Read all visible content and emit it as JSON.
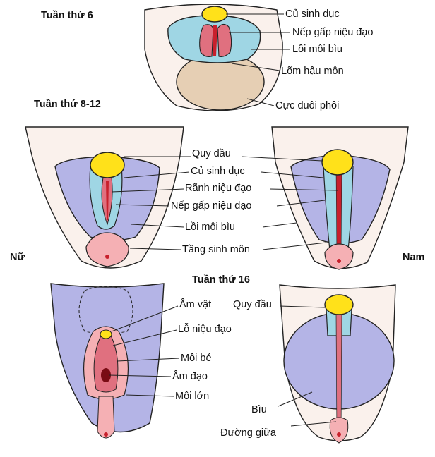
{
  "colors": {
    "glans": "#ffe11a",
    "genital_tubercle": "#9fd6e4",
    "labioscrotal": "#b4b4e6",
    "folds": "#e0707f",
    "groove": "#c8202c",
    "perineum": "#f5b0b4",
    "tail": "#e6cfb4",
    "skin": "#faf1ec",
    "outline": "#222222"
  },
  "stages": {
    "week6": "Tuần thứ 6",
    "week8_12": "Tuần thứ 8-12",
    "week16": "Tuần thứ 16"
  },
  "sex": {
    "female": "Nữ",
    "male": "Nam"
  },
  "labels": {
    "week6": {
      "genital_tubercle": "Củ sinh dục",
      "urethral_fold": "Nếp gấp niệu đạo",
      "labioscrotal_swelling": "Lồi môi bìu",
      "anal_pit": "Lõm hậu môn",
      "tail": "Cực đuôi phôi"
    },
    "week8_12": {
      "glans": "Quy đầu",
      "genital_tubercle": "Củ sinh dục",
      "urethral_groove": "Rãnh niệu đạo",
      "urethral_fold": "Nếp gấp niệu đạo",
      "labioscrotal_swelling": "Lồi môi bìu",
      "perineum": "Tầng sinh môn"
    },
    "week16": {
      "clitoris": "Âm vật",
      "glans": "Quy đầu",
      "urethral_opening": "Lỗ niệu đạo",
      "labia_minora": "Môi bé",
      "vagina": "Âm đạo",
      "labia_majora": "Môi lớn",
      "scrotum": "Bìu",
      "raphe": "Đường giữa"
    }
  }
}
